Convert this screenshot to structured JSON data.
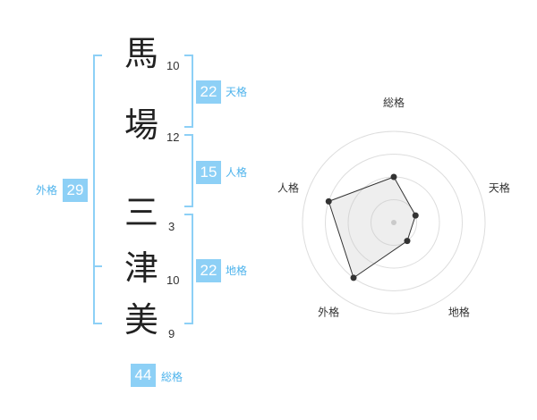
{
  "name": {
    "chars": [
      {
        "char": "馬",
        "strokes": "10"
      },
      {
        "char": "場",
        "strokes": "12"
      },
      {
        "char": "三",
        "strokes": "3"
      },
      {
        "char": "津",
        "strokes": "10"
      },
      {
        "char": "美",
        "strokes": "9"
      }
    ]
  },
  "fortunes": {
    "tenkaku": {
      "value": "22",
      "label": "天格"
    },
    "jinkaku": {
      "value": "15",
      "label": "人格"
    },
    "chikaku": {
      "value": "22",
      "label": "地格"
    },
    "gaikaku": {
      "value": "29",
      "label": "外格"
    },
    "soukaku": {
      "value": "44",
      "label": "総格"
    }
  },
  "colors": {
    "accent": "#8dd0f6",
    "accent_text": "#4db3ec"
  },
  "chart_data": {
    "type": "radar",
    "axes": [
      "総格",
      "天格",
      "地格",
      "外格",
      "人格"
    ],
    "values": [
      2,
      1,
      1,
      3,
      3
    ],
    "rlim": [
      0,
      4
    ],
    "grid": "concentric circles"
  }
}
